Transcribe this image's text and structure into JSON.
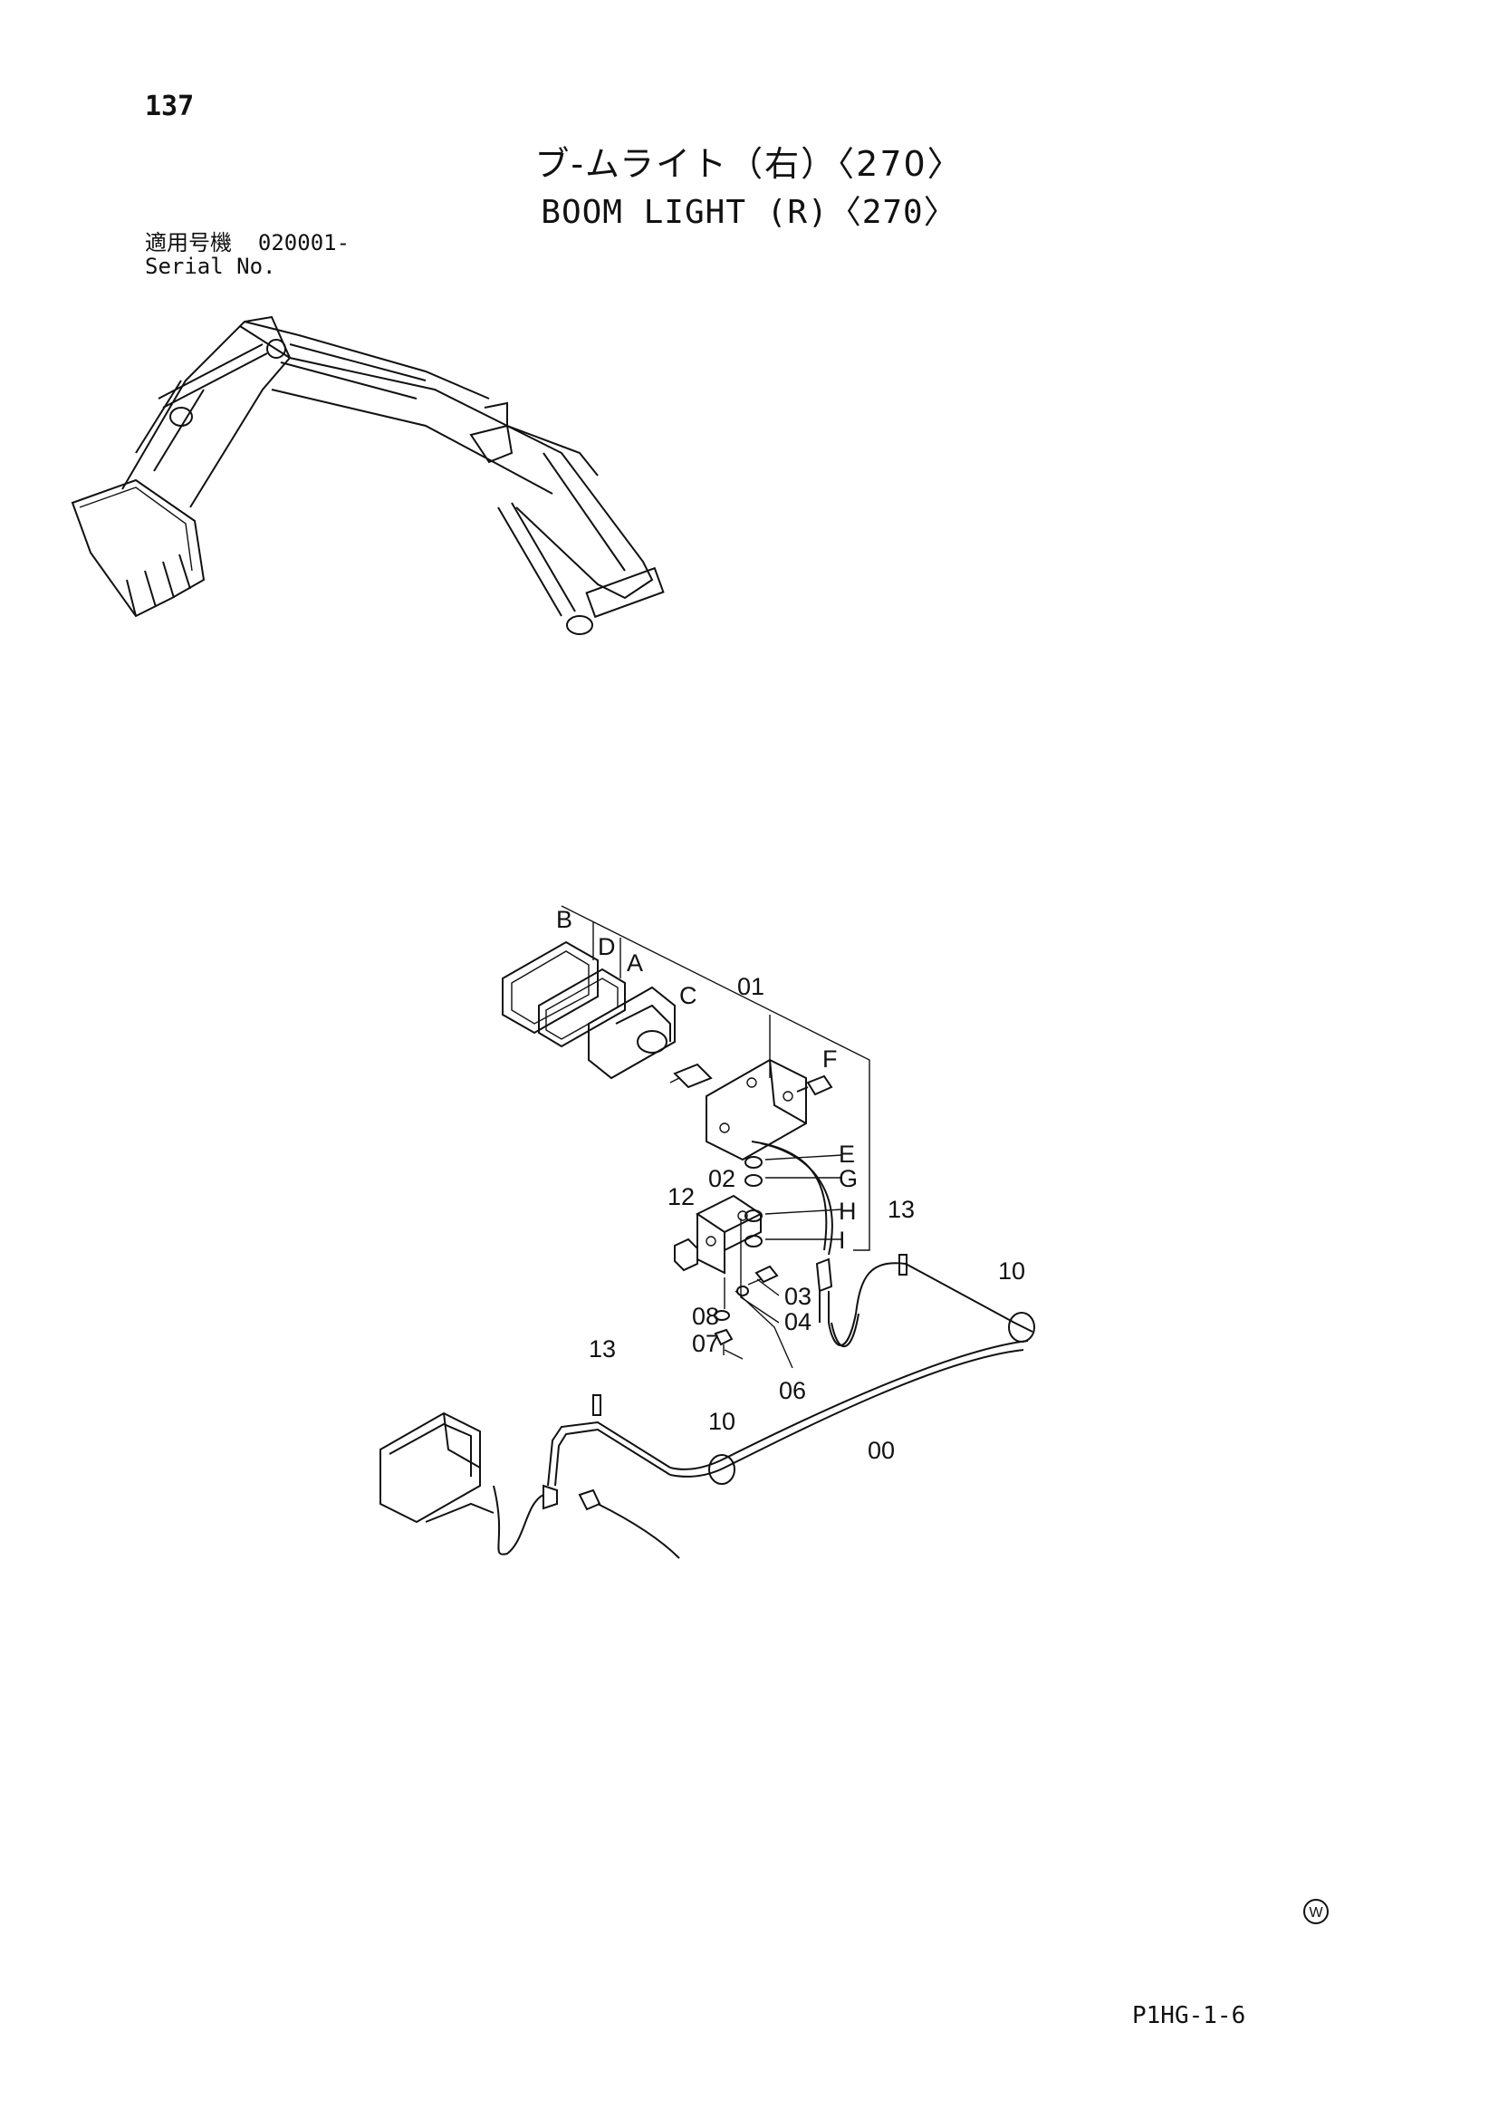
{
  "header": {
    "page_number": "137",
    "title_jp": "ブ-ムライト（右）〈270〉",
    "title_en": "BOOM LIGHT (R)〈270〉",
    "serial_label_jp": "適用号機",
    "serial_value": "020001-",
    "serial_label_en": "Serial No."
  },
  "callouts": {
    "B": "B",
    "D": "D",
    "A": "A",
    "C": "C",
    "F": "F",
    "E": "E",
    "G": "G",
    "H": "H",
    "I": "I",
    "p01": "01",
    "p02": "02",
    "p03": "03",
    "p04": "04",
    "p06": "06",
    "p07": "07",
    "p08": "08",
    "p12": "12",
    "p13a": "13",
    "p13b": "13",
    "p10a": "10",
    "p10b": "10",
    "p00": "00"
  },
  "footer": {
    "mark": "W",
    "code": "P1HG-1-6"
  }
}
